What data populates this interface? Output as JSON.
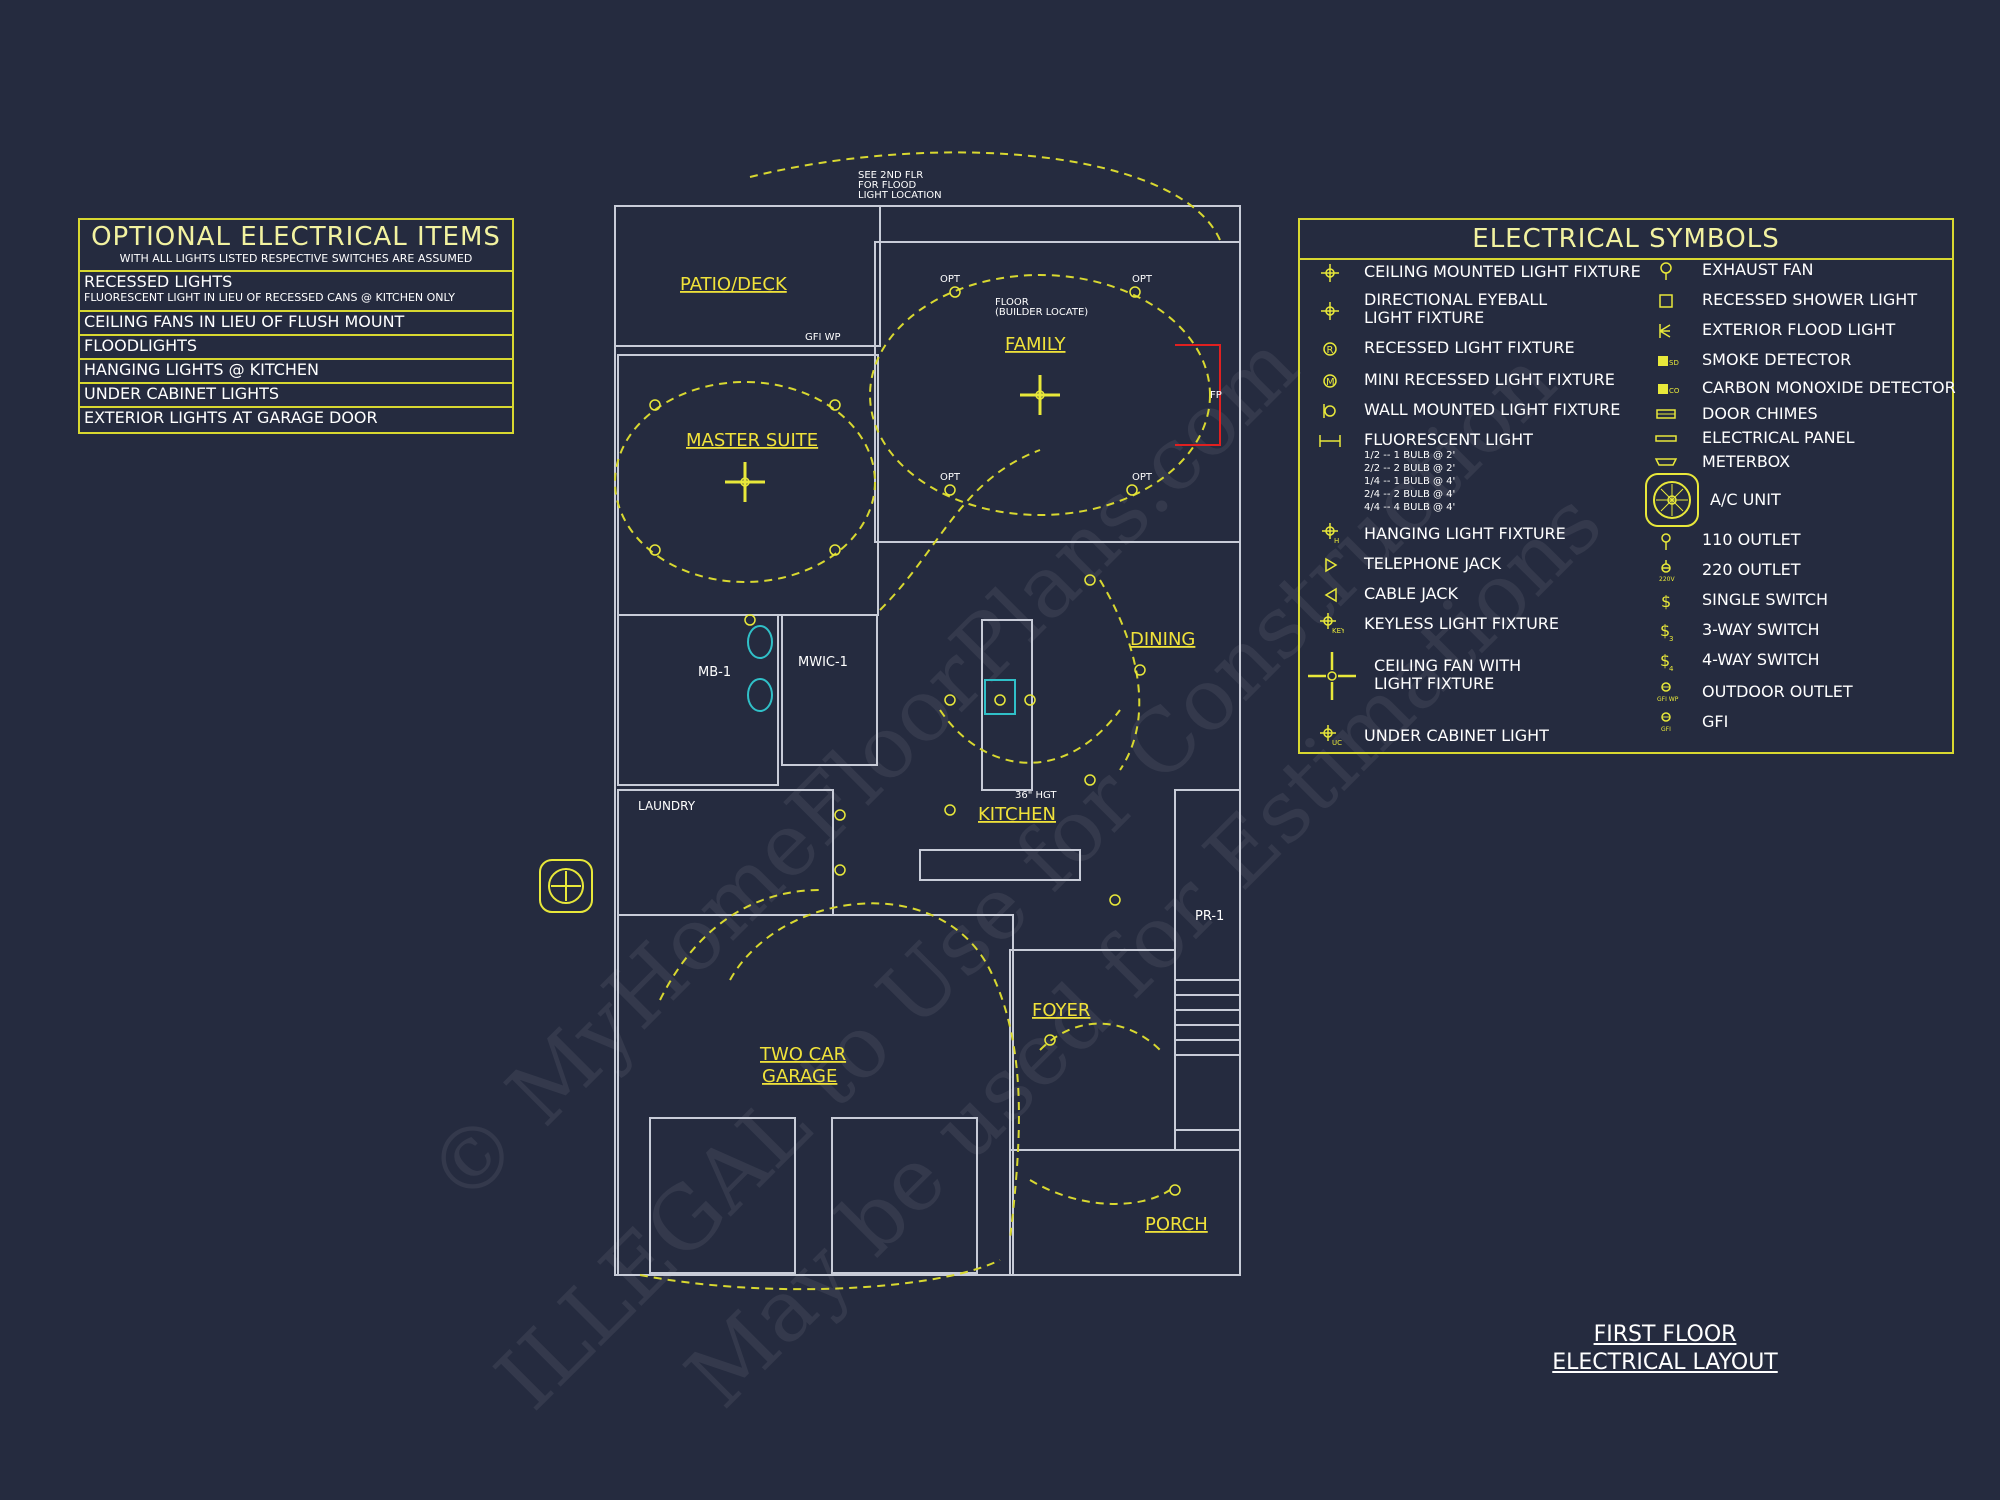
{
  "optional": {
    "title": "OPTIONAL ELECTRICAL ITEMS",
    "subtitle": "WITH ALL LIGHTS LISTED RESPECTIVE SWITCHES ARE ASSUMED",
    "items": [
      {
        "main": "RECESSED LIGHTS",
        "note": "FLUORESCENT LIGHT IN LIEU OF RECESSED CANS @ KITCHEN ONLY"
      },
      {
        "main": "CEILING FANS IN LIEU OF FLUSH MOUNT"
      },
      {
        "main": "FLOODLIGHTS"
      },
      {
        "main": "HANGING LIGHTS @ KITCHEN"
      },
      {
        "main": "UNDER CABINET LIGHTS"
      },
      {
        "main": "EXTERIOR LIGHTS AT GARAGE DOOR"
      }
    ]
  },
  "legend": {
    "title": "ELECTRICAL SYMBOLS",
    "left": [
      {
        "label": "CEILING MOUNTED LIGHT FIXTURE",
        "icon": "ceiling-light-icon"
      },
      {
        "label": "DIRECTIONAL EYEBALL",
        "label2": "LIGHT FIXTURE",
        "icon": "eyeball-light-icon"
      },
      {
        "label": "RECESSED LIGHT FIXTURE",
        "icon": "recessed-light-icon"
      },
      {
        "label": "MINI RECESSED LIGHT FIXTURE",
        "icon": "mini-recessed-light-icon"
      },
      {
        "label": "WALL MOUNTED LIGHT FIXTURE",
        "icon": "wall-light-icon"
      },
      {
        "label": "FLUORESCENT LIGHT",
        "icon": "fluorescent-light-icon",
        "notes": [
          "1/2 -- 1 BULB @ 2'",
          "2/2 -- 2 BULB @ 2'",
          "1/4 -- 1 BULB @ 4'",
          "2/4 -- 2 BULB @ 4'",
          "4/4 -- 4 BULB @ 4'"
        ]
      },
      {
        "label": "HANGING LIGHT FIXTURE",
        "icon": "hanging-light-icon"
      },
      {
        "label": "TELEPHONE JACK",
        "icon": "telephone-jack-icon"
      },
      {
        "label": "CABLE JACK",
        "icon": "cable-jack-icon"
      },
      {
        "label": "KEYLESS LIGHT FIXTURE",
        "icon": "keyless-light-icon"
      },
      {
        "label": "CEILING FAN WITH",
        "label2": "LIGHT FIXTURE",
        "icon": "ceiling-fan-icon"
      },
      {
        "label": "UNDER CABINET LIGHT",
        "icon": "under-cabinet-light-icon"
      }
    ],
    "right": [
      {
        "label": "EXHAUST FAN",
        "icon": "exhaust-fan-icon"
      },
      {
        "label": "RECESSED SHOWER LIGHT",
        "icon": "shower-light-icon"
      },
      {
        "label": "EXTERIOR FLOOD LIGHT",
        "icon": "flood-light-icon"
      },
      {
        "label": "SMOKE DETECTOR",
        "icon": "smoke-detector-icon"
      },
      {
        "label": "CARBON MONOXIDE DETECTOR",
        "icon": "co-detector-icon"
      },
      {
        "label": "DOOR CHIMES",
        "icon": "door-chimes-icon"
      },
      {
        "label": "ELECTRICAL PANEL",
        "icon": "electrical-panel-icon"
      },
      {
        "label": "METERBOX",
        "icon": "meterbox-icon"
      },
      {
        "label": "A/C UNIT",
        "icon": "ac-unit-icon"
      },
      {
        "label": "110 OUTLET",
        "icon": "outlet-110-icon"
      },
      {
        "label": "220 OUTLET",
        "icon": "outlet-220-icon"
      },
      {
        "label": "SINGLE SWITCH",
        "icon": "single-switch-icon"
      },
      {
        "label": "3-WAY SWITCH",
        "icon": "three-way-switch-icon"
      },
      {
        "label": "4-WAY SWITCH",
        "icon": "four-way-switch-icon"
      },
      {
        "label": "OUTDOOR OUTLET",
        "icon": "outdoor-outlet-icon"
      },
      {
        "label": "GFI",
        "icon": "gfi-icon"
      }
    ]
  },
  "plan": {
    "rooms": {
      "patio": "PATIO/DECK",
      "family": "FAMILY",
      "master": "MASTER SUITE",
      "dining": "DINING",
      "kitchen": "KITCHEN",
      "laundry": "LAUNDRY",
      "mb1": "MB-1",
      "mwic": "MWIC-1",
      "pr1": "PR-1",
      "foyer": "FOYER",
      "garage1": "TWO CAR",
      "garage2": "GARAGE",
      "porch": "PORCH"
    },
    "notes": {
      "see2nd1": "SEE 2ND FLR",
      "see2nd2": "FOR FLOOD",
      "see2nd3": "LIGHT LOCATION",
      "floor1": "FLOOR",
      "floor2": "(BUILDER LOCATE)",
      "hgt": "36\" HGT",
      "gfiwp": "GFI WP",
      "opt": "OPT",
      "fp": "FP"
    }
  },
  "drawing_title": {
    "line1": "FIRST FLOOR",
    "line2": "ELECTRICAL LAYOUT"
  },
  "watermark": {
    "line1": "© MyHomeFloorPlans.com",
    "line2": "ILLEGAL to Use for Construction",
    "line3": "May be used for Estimations"
  },
  "colors": {
    "background": "#252b3f",
    "lines": "#d8d830",
    "walls": "#c8ccd8",
    "text": "#ffffff",
    "accent_red": "#e02020",
    "accent_cyan": "#30c0c8"
  }
}
